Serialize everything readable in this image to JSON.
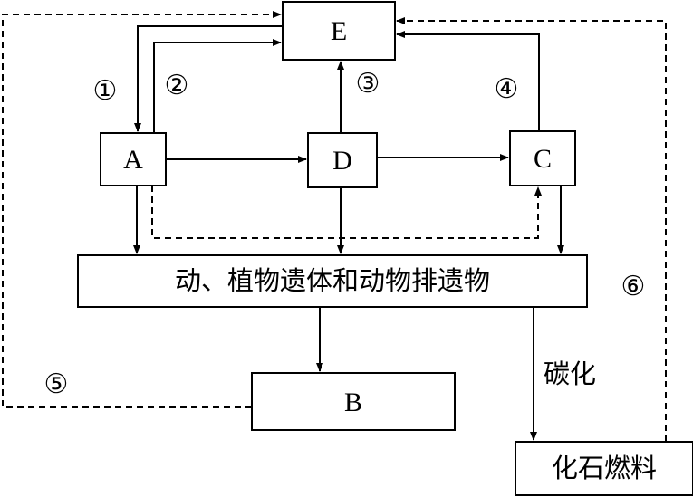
{
  "nodes": {
    "E": "E",
    "A": "A",
    "D": "D",
    "C": "C",
    "B": "B",
    "remains": "动、植物遗体和动物排遗物",
    "fossil": "化石燃料"
  },
  "process_labels": {
    "p1": "①",
    "p2": "②",
    "p3": "③",
    "p4": "④",
    "p5": "⑤",
    "p6": "⑥",
    "carbonization": "碳化"
  },
  "colors": {
    "stroke": "#000000",
    "background": "#ffffff"
  }
}
